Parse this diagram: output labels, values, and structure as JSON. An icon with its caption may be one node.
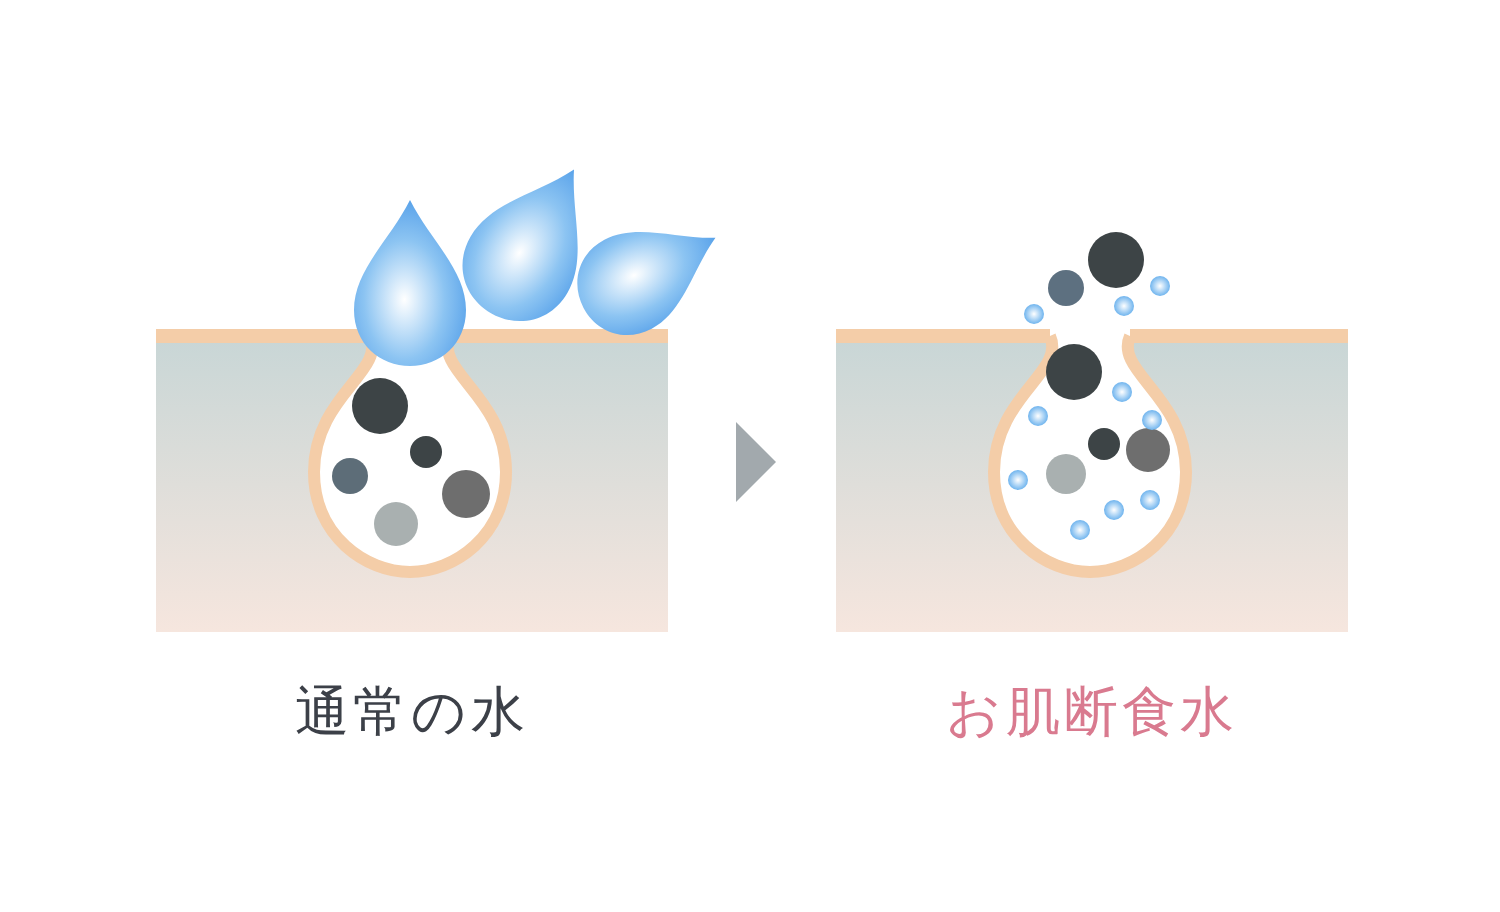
{
  "diagram": {
    "nodes": [
      {
        "text": [
          "通常の水"
        ]
      },
      {
        "text": [
          "お肌断食水"
        ]
      }
    ],
    "edges": [
      {
        "from": 0,
        "to": 1,
        "arrow": "to"
      }
    ]
  }
}
